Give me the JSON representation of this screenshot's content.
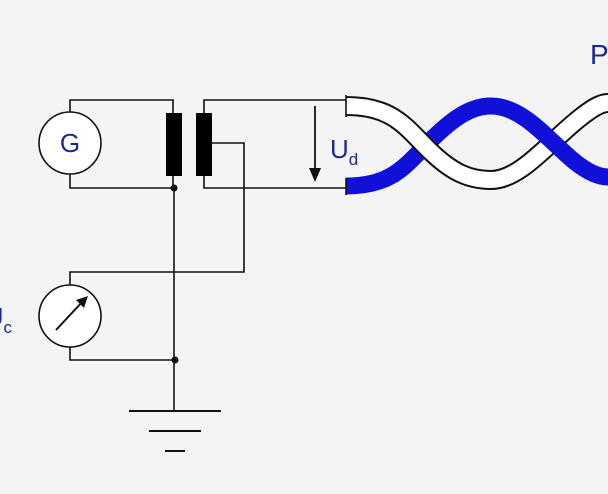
{
  "diagram": {
    "generator": {
      "label": "G"
    },
    "differential_voltage": {
      "symbol": "U",
      "subscript": "d"
    },
    "meter_voltage": {
      "symbol": "U",
      "subscript": "c"
    },
    "cable_label": "P",
    "colors": {
      "background": "#f4f4f4",
      "wire": "#111111",
      "label": "#1d2a8c",
      "conductor_blue": "#1010d8",
      "conductor_white": "#ffffff"
    }
  }
}
